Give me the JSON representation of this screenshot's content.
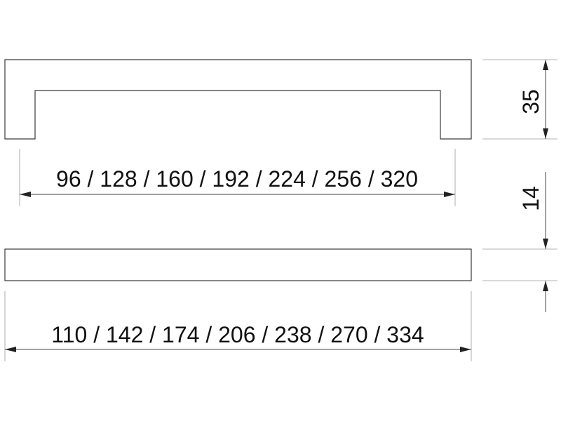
{
  "dimensions": {
    "height_top": "35",
    "height_bar": "14",
    "hole_spacing": "96 / 128 / 160 / 192 / 224 / 256 / 320",
    "overall_length": "110 / 142 / 174 / 206 / 238 / 270 / 334"
  }
}
